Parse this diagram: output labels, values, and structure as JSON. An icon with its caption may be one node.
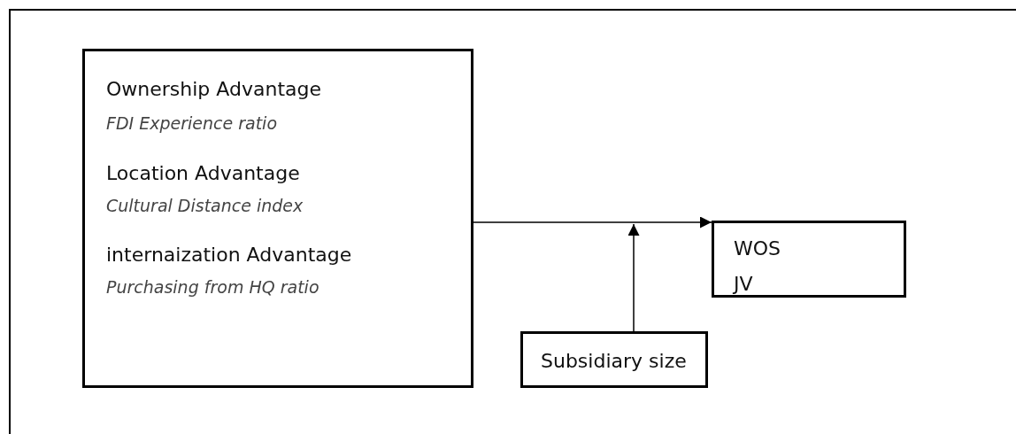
{
  "diagram": {
    "nodes": [
      {
        "text": [
          "Ownership Advantage",
          "FDI Experience ratio",
          "Location Advantage",
          "Cultural Distance index",
          "internaization Advantage",
          "Purchasing from HQ ratio"
        ]
      },
      {
        "text": [
          "WOS",
          "JV"
        ]
      },
      {
        "text": [
          "Subsidiary size"
        ]
      }
    ],
    "edges": [
      {
        "from": 0,
        "to": 1,
        "arrow": "to"
      },
      {
        "from": 2,
        "to": null,
        "arrow": "to"
      }
    ]
  }
}
